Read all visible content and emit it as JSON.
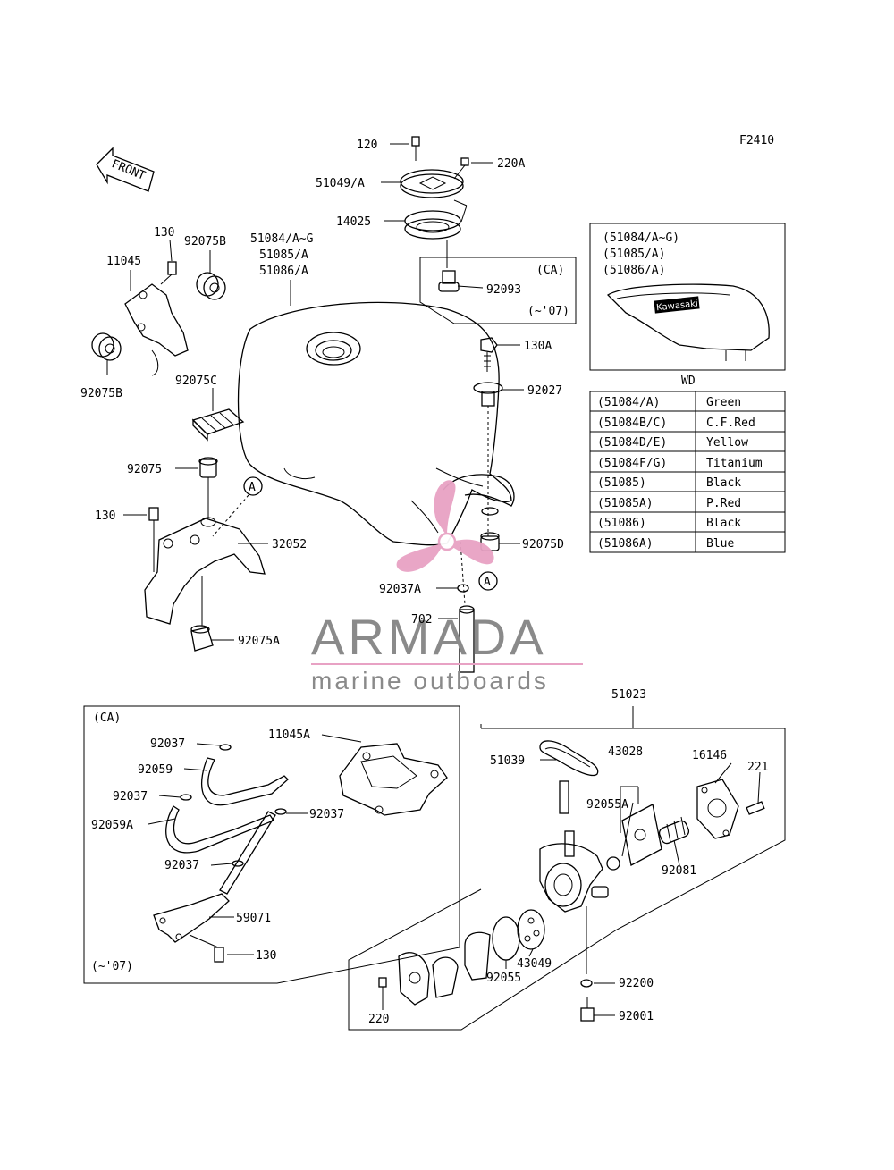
{
  "figure_code": "F2410",
  "front_label": "FRONT",
  "labels": {
    "p120": "120",
    "p220A": "220A",
    "p51049": "51049/A",
    "p14025": "14025",
    "p51084": "51084/A~G",
    "p51085": "51085/A",
    "p51086": "51086/A",
    "p130_top": "130",
    "p92075B_top": "92075B",
    "p11045": "11045",
    "p92075B_left": "92075B",
    "p92075C": "92075C",
    "p92075": "92075",
    "p130_left": "130",
    "p32052": "32052",
    "p92075A": "92075A",
    "p92093": "92093",
    "ca_top": "(CA)",
    "upto07_top": "(~'07)",
    "p130A": "130A",
    "p92027": "92027",
    "p92075D": "92075D",
    "p92037A": "92037A",
    "p702": "702",
    "circleA": "A",
    "p51023": "51023",
    "p51039": "51039",
    "p43028": "43028",
    "p16146": "16146",
    "p221": "221",
    "p92055A": "92055A",
    "p92081": "92081",
    "p43049": "43049",
    "p92055": "92055",
    "p92200": "92200",
    "p92001": "92001",
    "p220": "220",
    "ca_box": "(CA)",
    "p92037_1": "92037",
    "p92059": "92059",
    "p92037_2": "92037",
    "p92059A": "92059A",
    "p92037_3": "92037",
    "p92037_4": "92037",
    "p11045A": "11045A",
    "p59071": "59071",
    "p130_box": "130",
    "upto07_box": "(~'07)"
  },
  "inset": {
    "lines": [
      "(51084/A~G)",
      "(51085/A)",
      "(51086/A)"
    ],
    "decal_text": "Kawasaki"
  },
  "color_table": {
    "title": "WD",
    "rows": [
      [
        "(51084/A)",
        "Green"
      ],
      [
        "(51084B/C)",
        "C.F.Red"
      ],
      [
        "(51084D/E)",
        "Yellow"
      ],
      [
        "(51084F/G)",
        "Titanium"
      ],
      [
        "(51085)",
        "Black"
      ],
      [
        "(51085A)",
        "P.Red"
      ],
      [
        "(51086)",
        "Black"
      ],
      [
        "(51086A)",
        "Blue"
      ]
    ]
  },
  "watermark": {
    "brand": "ARMADA",
    "tagline": "marine outboards",
    "logo_color": "#e8a2c4",
    "text_color": "#8a8a8a"
  }
}
